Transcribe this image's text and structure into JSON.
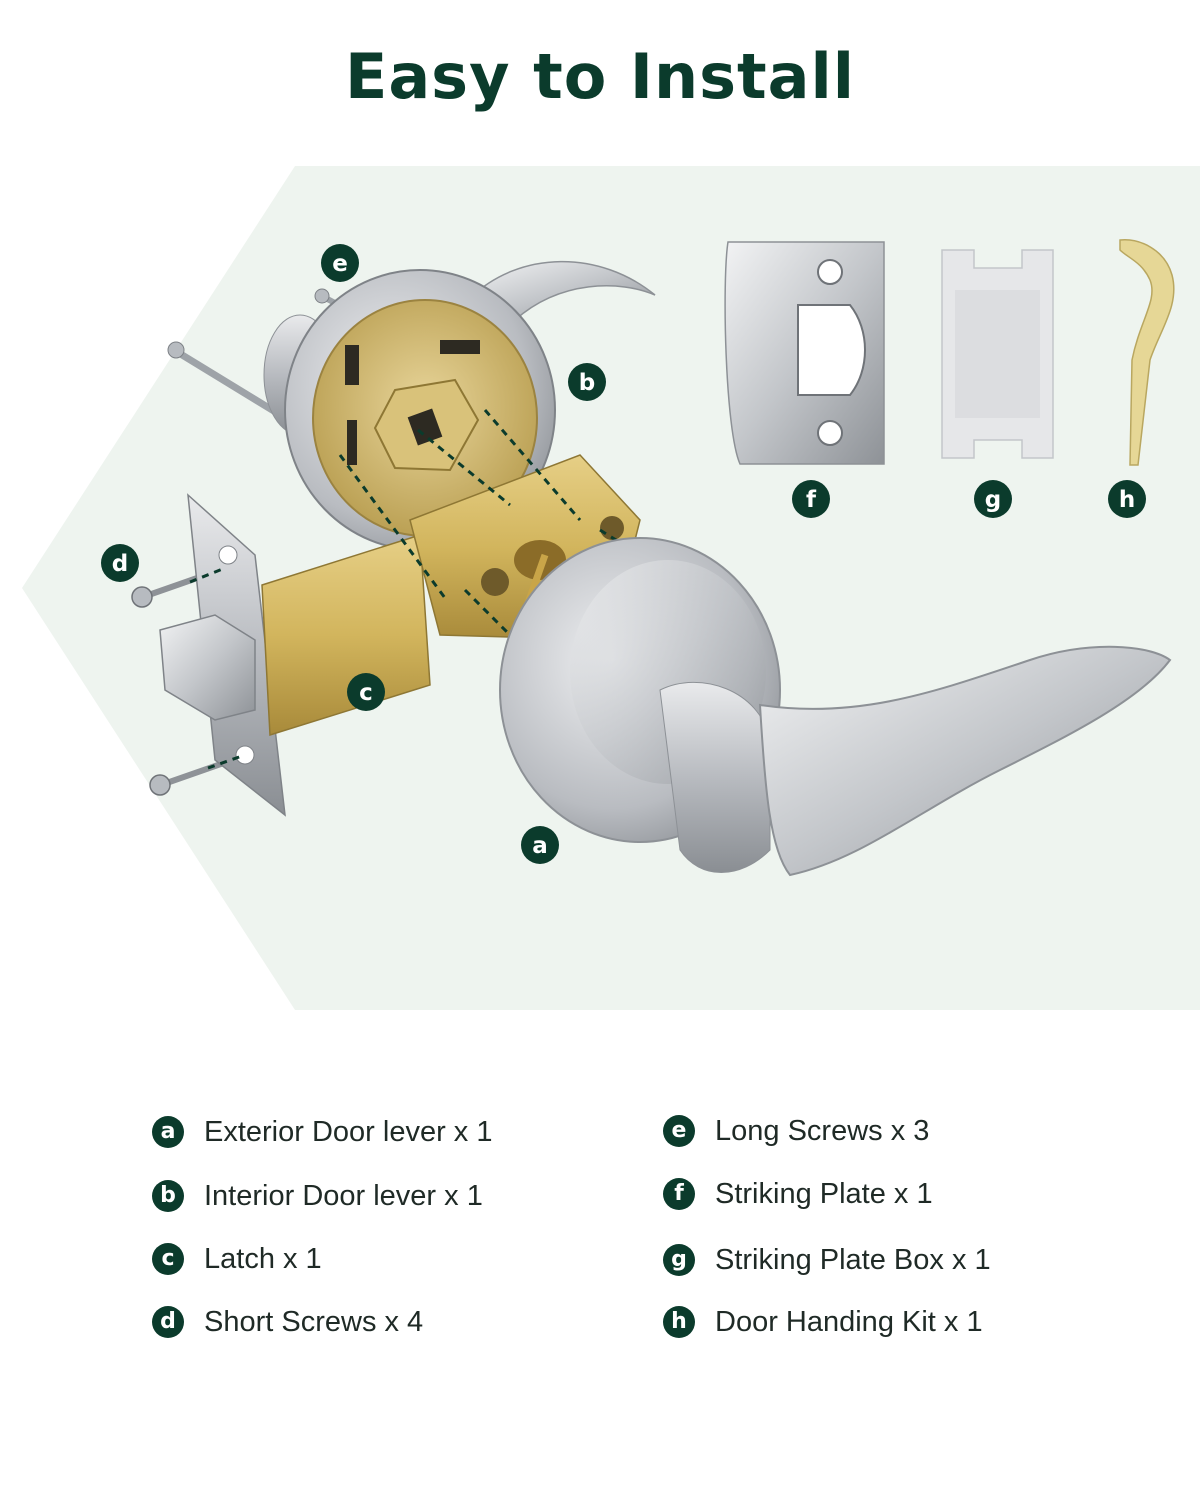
{
  "title": "Easy to Install",
  "colors": {
    "accent": "#0b3b2c",
    "panel": "#eef4ef",
    "metal": "#c8cbcf",
    "brass": "#d8c07a"
  },
  "callouts": {
    "a": "a",
    "b": "b",
    "c": "c",
    "d": "d",
    "e": "e",
    "f": "f",
    "g": "g",
    "h": "h"
  },
  "parts": [
    {
      "letter": "a",
      "label": "Exterior Door lever x 1"
    },
    {
      "letter": "b",
      "label": "Interior Door lever x 1"
    },
    {
      "letter": "c",
      "label": "Latch x 1"
    },
    {
      "letter": "d",
      "label": "Short Screws x 4"
    },
    {
      "letter": "e",
      "label": "Long Screws x 3"
    },
    {
      "letter": "f",
      "label": "Striking Plate x 1"
    },
    {
      "letter": "g",
      "label": "Striking Plate Box x 1"
    },
    {
      "letter": "h",
      "label": "Door Handing Kit x 1"
    }
  ]
}
